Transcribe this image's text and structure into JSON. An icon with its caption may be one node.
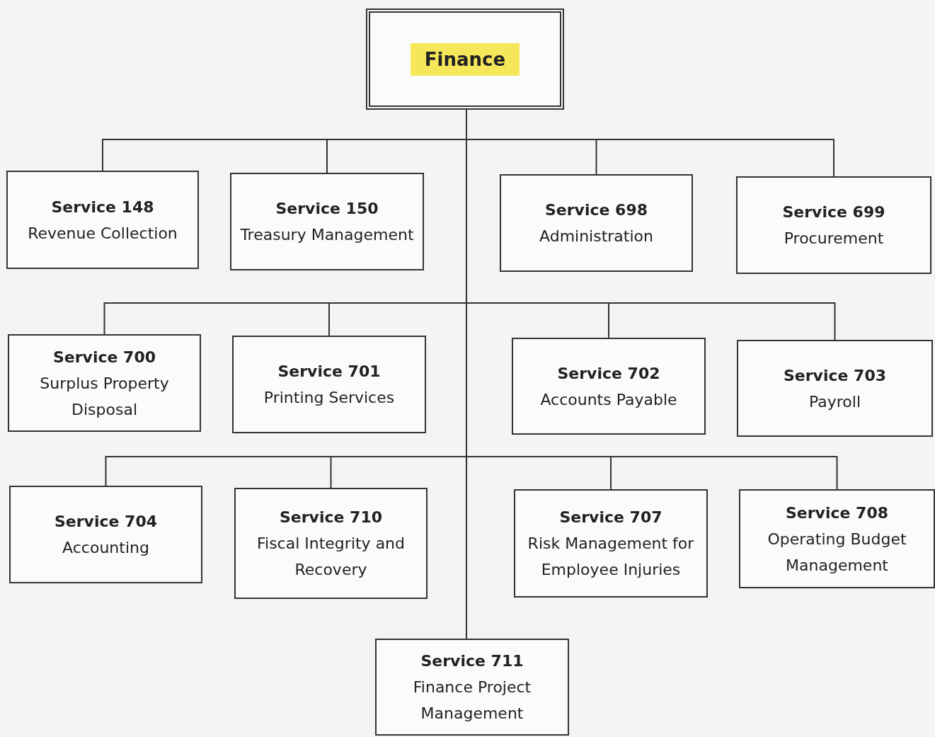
{
  "diagram": {
    "nodes": [
      {
        "text": [
          "Finance"
        ]
      },
      {
        "text": [
          "Service 148",
          "Revenue Collection"
        ]
      },
      {
        "text": [
          "Service 150",
          "Treasury Management"
        ]
      },
      {
        "text": [
          "Service 698",
          "Administration"
        ]
      },
      {
        "text": [
          "Service 699",
          "Procurement"
        ]
      },
      {
        "text": [
          "Service 700",
          "Surplus Property Disposal"
        ]
      },
      {
        "text": [
          "Service 701",
          "Printing Services"
        ]
      },
      {
        "text": [
          "Service 702",
          "Accounts Payable"
        ]
      },
      {
        "text": [
          "Service 703",
          "Payroll"
        ]
      },
      {
        "text": [
          "Service 704",
          "Accounting"
        ]
      },
      {
        "text": [
          "Service 710",
          "Fiscal Integrity and Recovery"
        ]
      },
      {
        "text": [
          "Service 707",
          "Risk Management for Employee Injuries"
        ]
      },
      {
        "text": [
          "Service 708",
          "Operating Budget Management"
        ]
      },
      {
        "text": [
          "Service 711",
          "Finance Project Management"
        ]
      }
    ],
    "edges": [
      {
        "from": 0,
        "to": 1,
        "arrow": "none"
      },
      {
        "from": 0,
        "to": 2,
        "arrow": "none"
      },
      {
        "from": 0,
        "to": 3,
        "arrow": "none"
      },
      {
        "from": 0,
        "to": 4,
        "arrow": "none"
      },
      {
        "from": 0,
        "to": 5,
        "arrow": "none"
      },
      {
        "from": 0,
        "to": 6,
        "arrow": "none"
      },
      {
        "from": 0,
        "to": 7,
        "arrow": "none"
      },
      {
        "from": 0,
        "to": 8,
        "arrow": "none"
      },
      {
        "from": 0,
        "to": 9,
        "arrow": "none"
      },
      {
        "from": 0,
        "to": 10,
        "arrow": "none"
      },
      {
        "from": 0,
        "to": 11,
        "arrow": "none"
      },
      {
        "from": 0,
        "to": 12,
        "arrow": "none"
      },
      {
        "from": 0,
        "to": 13,
        "arrow": "none"
      }
    ]
  }
}
